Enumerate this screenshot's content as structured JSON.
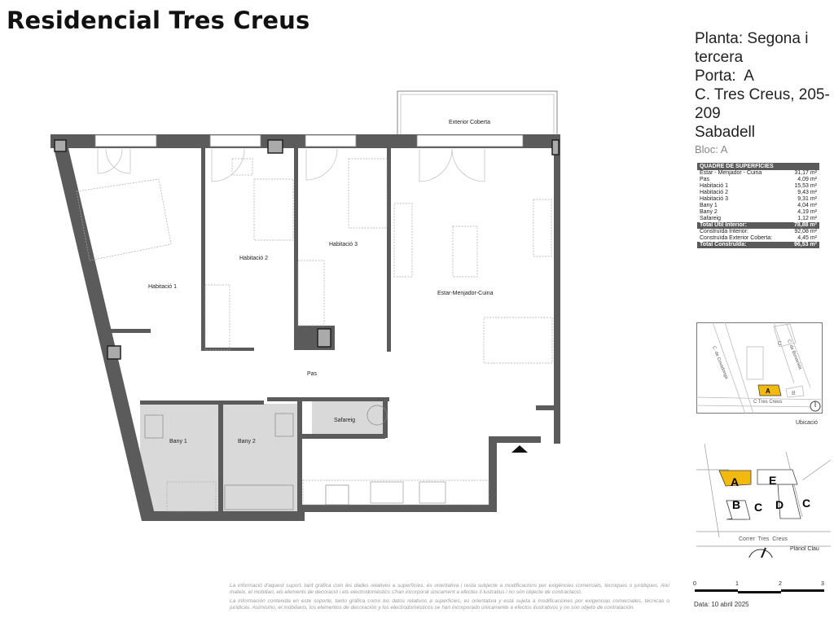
{
  "title": "Residencial Tres Creus",
  "info": {
    "planta": "Planta: Segona i tercera",
    "porta": "Porta:  A",
    "address": "C. Tres Creus, 205-209",
    "city": "Sabadell",
    "bloc": "Bloc: A"
  },
  "surfaces": {
    "header": "QUADRE DE SUPERFÍCIES",
    "rows": [
      {
        "label": "Estar - Menjador - Cuina",
        "value": "31,17 m²"
      },
      {
        "label": "Pas",
        "value": "4,09 m²"
      },
      {
        "label": "Habitació 1",
        "value": "15,53 m²"
      },
      {
        "label": "Habitació 2",
        "value": "9,43 m²"
      },
      {
        "label": "Habitació 3",
        "value": "9,31 m²"
      },
      {
        "label": "Bany 1",
        "value": "4,04 m²"
      },
      {
        "label": "Bany 2",
        "value": "4,19 m²"
      },
      {
        "label": "Safareig",
        "value": "1,12 m²"
      }
    ],
    "total_util": {
      "label": "Total Útil Interior:",
      "value": "78,88 m²"
    },
    "construida_interior": {
      "label": "Construïda Interior:",
      "value": "92,08 m²"
    },
    "construida_exterior": {
      "label": "Construïda Exterior Coberta:",
      "value": "4,45 m²"
    },
    "total_construida": {
      "label": "Total Construïda:",
      "value": "96,53 m²"
    }
  },
  "rooms": {
    "exterior": "Exterior Coberta",
    "hab1": "Habitació 1",
    "hab2": "Habitació 2",
    "hab3": "Habitació 3",
    "estar": "Estar-Menjador-Cuina",
    "pas": "Pas",
    "bany1": "Bany 1",
    "bany2": "Bany 2",
    "safareig": "Safareig"
  },
  "location_map": {
    "streets": [
      "C. de Covadonga",
      "C. de Bonavista",
      "C Tres Creus"
    ],
    "blocks": [
      "A",
      "B",
      "C"
    ],
    "caption": "Ubicació",
    "highlight_color": "#f2b90f"
  },
  "key_plan": {
    "blocks": [
      "A",
      "E",
      "B",
      "C",
      "D",
      "C"
    ],
    "street": "Correr  Tres  Creus",
    "caption": "Plànol Clau"
  },
  "scale": {
    "ticks": [
      "0",
      "1",
      "2",
      "3"
    ]
  },
  "date": "Data: 10 abril 2025",
  "disclaimer": {
    "ca": "La informació d'aquest suport, tant gràfica com les dades relatives a superfícies, és orientativa i resta subjecte a modificacions per exigències comercials, tècniques o jurídiques. Així mateix, el mobiliari, els elements de decoració i els electrodomèstics s'han incorporat únicament a efectes il·lustratius i no són objecte de contractació.",
    "es": "La información contenida en este soporte, tanto gráfica como los datos relativos a superficies, es orientativa y está sujeta a modificaciones por exigencias comerciales, técnicas o jurídicas. Asimismo, el mobiliario, los elementos de decoración y los electrodomésticos se han incorporado únicamente a efectos ilustrativos y no son objeto de contratación."
  }
}
